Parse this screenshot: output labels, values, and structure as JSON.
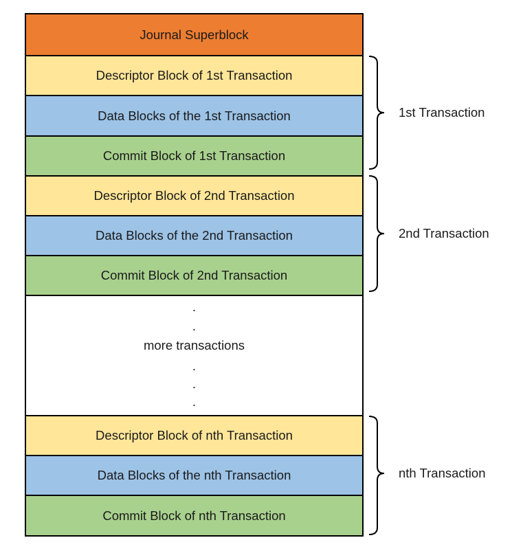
{
  "colors": {
    "superblock": "#ED7D31",
    "descriptor": "#FFE699",
    "data": "#9DC3E6",
    "commit": "#A9D18E",
    "border": "#000000"
  },
  "superblock": {
    "label": "Journal Superblock"
  },
  "transactions": [
    {
      "descriptor": "Descriptor Block of 1st Transaction",
      "data": "Data Blocks of the 1st Transaction",
      "commit": "Commit Block of 1st Transaction",
      "brace_label": "1st Transaction"
    },
    {
      "descriptor": "Descriptor Block of 2nd Transaction",
      "data": "Data Blocks of the 2nd Transaction",
      "commit": "Commit Block of 2nd Transaction",
      "brace_label": "2nd Transaction"
    }
  ],
  "gap": {
    "dots_above": [
      ".",
      "."
    ],
    "label": "more transactions",
    "dots_below": [
      ".",
      ".",
      "."
    ]
  },
  "last_transaction": {
    "descriptor": "Descriptor Block of nth Transaction",
    "data": "Data Blocks of the nth Transaction",
    "commit": "Commit Block of nth Transaction",
    "brace_label": "nth Transaction"
  }
}
